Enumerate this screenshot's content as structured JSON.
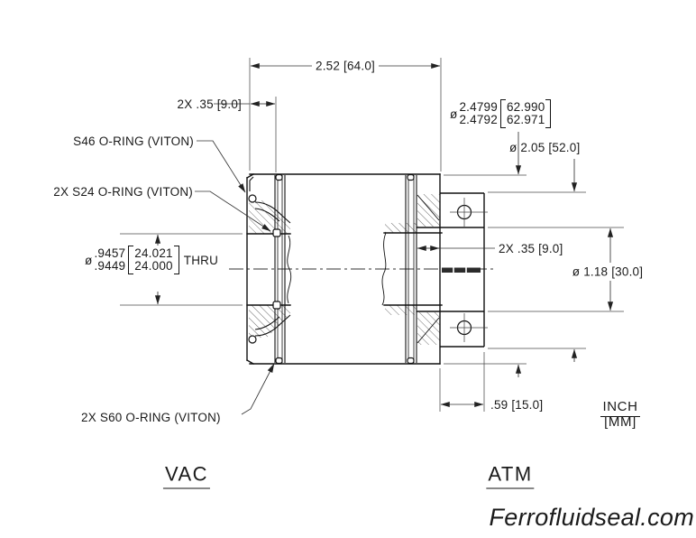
{
  "page": {
    "background": "#ffffff",
    "line_color": "#1a1a1a",
    "thin_line_color": "#4a4a4a"
  },
  "drawing": {
    "watermark": "Ferrofluidseal.com",
    "side_labels": {
      "vacuum_side": "VAC",
      "atmosphere_side": "ATM"
    },
    "units_note": {
      "primary": "INCH",
      "secondary": "[MM]"
    },
    "dimensions": {
      "overall_length": "2.52 [64.0]",
      "oring_groove_offset_left": "2X .35 [9.0]",
      "oring_groove_offset_right": "2X .35 [9.0]",
      "mount_tab_width": ".59 [15.0]",
      "pilot_diameter": "ø 2.05 [52.0]",
      "shaft_diameter": "ø 1.18 [30.0]",
      "bore": {
        "symbol": "ø",
        "inch_upper": ".9457",
        "inch_lower": ".9449",
        "mm_upper": "24.021",
        "mm_lower": "24.000",
        "suffix": "THRU"
      },
      "flange_diameter": {
        "symbol": "ø",
        "inch_upper": "2.4799",
        "inch_lower": "2.4792",
        "mm_upper": "62.990",
        "mm_lower": "62.971"
      }
    },
    "callouts": {
      "s46": "S46 O-RING (VITON)",
      "s24": "2X S24 O-RING (VITON)",
      "s60": "2X S60 O-RING (VITON)"
    }
  }
}
